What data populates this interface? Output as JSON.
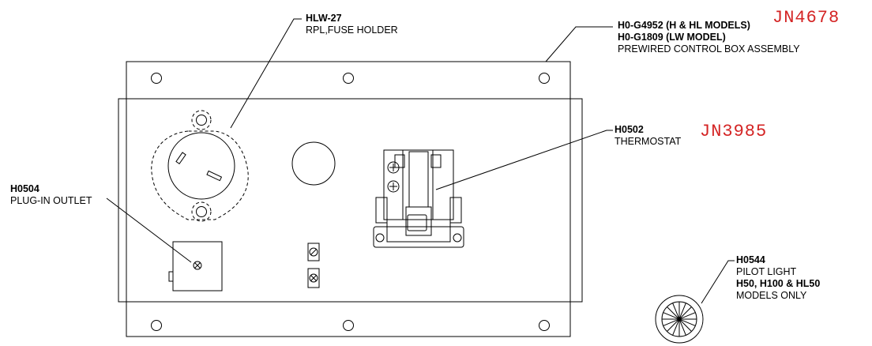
{
  "callouts": {
    "fuse_holder": {
      "part": "HLW-27",
      "desc": "RPL,FUSE HOLDER"
    },
    "control_box": {
      "part_1": "H0-G4952 (H & HL MODELS)",
      "part_2": "H0-G1809 (LW MODEL)",
      "desc": "PREWIRED CONTROL BOX ASSEMBLY"
    },
    "thermostat": {
      "part": "H0502",
      "desc": "THERMOSTAT"
    },
    "outlet": {
      "part": "H0504",
      "desc": "PLUG-IN OUTLET"
    },
    "pilot_light": {
      "part": "H0544",
      "desc": "PILOT LIGHT",
      "models": "H50, H100 & HL50",
      "note": "MODELS ONLY"
    }
  },
  "job_numbers": {
    "top": "JN4678",
    "middle": "JN3985"
  },
  "colors": {
    "line": "#000000",
    "job_number": "#d42424",
    "background": "#ffffff"
  }
}
